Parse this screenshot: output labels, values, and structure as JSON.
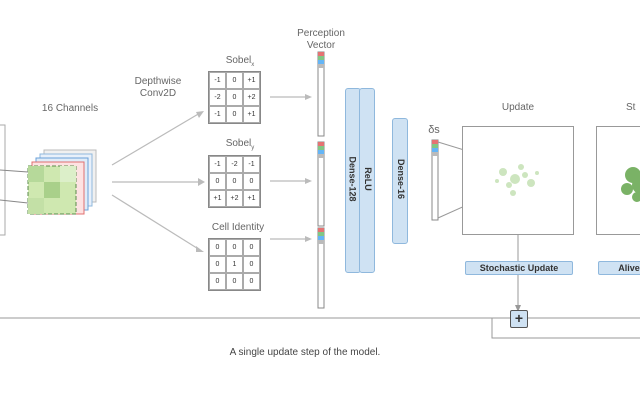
{
  "labels": {
    "channels": "16 Channels",
    "depthwise": "Depthwise Conv2D",
    "perception": "Perception Vector",
    "sobel_x": "Sobel",
    "sobel_x_sub": "x",
    "sobel_y": "Sobel",
    "sobel_y_sub": "y",
    "identity": "Cell Identity",
    "update": "Update",
    "step_partial": "St",
    "delta_s": "δs",
    "caption": "A single update step of the model.",
    "plus": "+"
  },
  "layers": {
    "dense128": "Dense-128",
    "relu": "ReLU",
    "dense16": "Dense-16"
  },
  "tags": {
    "stochastic": "Stochastic Update",
    "alive": "Alive"
  },
  "matrices": {
    "sobel_x": [
      "-1",
      "0",
      "+1",
      "-2",
      "0",
      "+2",
      "-1",
      "0",
      "+1"
    ],
    "sobel_y": [
      "-1",
      "-2",
      "-1",
      "0",
      "0",
      "0",
      "+1",
      "+2",
      "+1"
    ],
    "identity": [
      "0",
      "0",
      "0",
      "0",
      "1",
      "0",
      "0",
      "0",
      "0"
    ]
  }
}
